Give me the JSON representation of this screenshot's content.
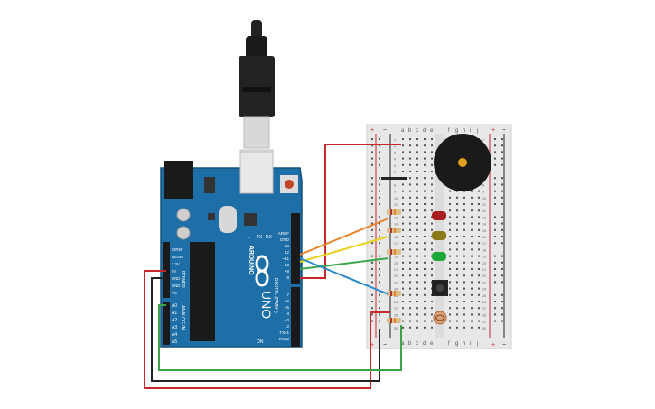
{
  "board": {
    "brand": "ARDUINO",
    "model": "UNO",
    "header_power": [
      "IOREF",
      "RESET",
      "3.3V",
      "5V",
      "GND",
      "GND",
      "Vin"
    ],
    "power_label": "POWER",
    "header_analog": [
      "A0",
      "A1",
      "A2",
      "A3",
      "A4",
      "A5"
    ],
    "analog_label": "ANALOG IN",
    "header_digital": [
      "AREF",
      "GND",
      "13",
      "12",
      "~11",
      "~10",
      "~9",
      "8",
      "7",
      "~6",
      "~5",
      "4",
      "~3",
      "2",
      "TX▸1",
      "RX◂0"
    ],
    "digital_label": "DIGITAL (PWM~)",
    "led_labels": [
      "L",
      "TX",
      "RX"
    ],
    "on_label": "ON"
  },
  "breadboard": {
    "rail_plus": "+",
    "rail_minus": "−",
    "cols_left": [
      "a",
      "b",
      "c",
      "d",
      "e"
    ],
    "cols_right": [
      "f",
      "g",
      "h",
      "i",
      "j"
    ],
    "row_numbers": [
      "1",
      "2",
      "3",
      "4",
      "5",
      "6",
      "7",
      "8",
      "9",
      "10",
      "11",
      "12",
      "13",
      "14",
      "15",
      "16",
      "17",
      "18",
      "19",
      "20",
      "21",
      "22",
      "23",
      "24",
      "25",
      "26",
      "27",
      "28",
      "29",
      "30"
    ]
  },
  "colors": {
    "board": "#1e6fa8",
    "breadboard": "#e8e8e8",
    "wire_red": "#c8282c",
    "wire_black": "#222222",
    "wire_orange": "#e8842a",
    "wire_yellow": "#e8d21a",
    "wire_green": "#3aa64a",
    "wire_blue": "#2a8ac8",
    "led_red": "#a81e1e",
    "led_yellow": "#8a7a18",
    "led_green": "#1ea83a"
  },
  "components": [
    "usb-cable",
    "arduino-uno",
    "breadboard",
    "piezo-buzzer",
    "red-led",
    "yellow-led",
    "green-led",
    "push-button",
    "photoresistor",
    "resistors"
  ]
}
